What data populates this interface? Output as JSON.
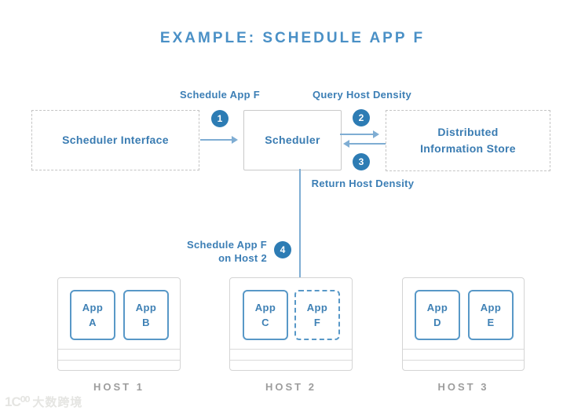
{
  "title": "EXAMPLE: SCHEDULE APP F",
  "colors": {
    "title_blue": "#4a90c6",
    "label_blue": "#3b7eb5",
    "badge_blue": "#2d7cb4",
    "arrow_blue": "#7fadd3",
    "app_border_blue": "#5898c7",
    "host_border_gray": "#d4d4d4",
    "host_label_gray": "#9d9d9d"
  },
  "nodes": {
    "scheduler_interface": {
      "label": "Scheduler Interface"
    },
    "scheduler": {
      "label": "Scheduler"
    },
    "info_store": {
      "line1": "Distributed",
      "line2": "Information Store"
    }
  },
  "steps": [
    {
      "num": "1",
      "label": "Schedule App F"
    },
    {
      "num": "2",
      "label": "Query Host Density"
    },
    {
      "num": "3",
      "label": "Return Host Density"
    },
    {
      "num": "4",
      "label": "Schedule App F",
      "label2": "on Host 2"
    }
  ],
  "hosts": [
    {
      "name": "HOST 1",
      "apps": [
        {
          "line1": "App",
          "line2": "A"
        },
        {
          "line1": "App",
          "line2": "B"
        }
      ]
    },
    {
      "name": "HOST 2",
      "apps": [
        {
          "line1": "App",
          "line2": "C"
        },
        {
          "line1": "App",
          "line2": "F"
        }
      ]
    },
    {
      "name": "HOST 3",
      "apps": [
        {
          "line1": "App",
          "line2": "D"
        },
        {
          "line1": "App",
          "line2": "E"
        }
      ]
    }
  ],
  "watermark": {
    "logo": "1C⁰⁰",
    "text": "大数跨境"
  }
}
